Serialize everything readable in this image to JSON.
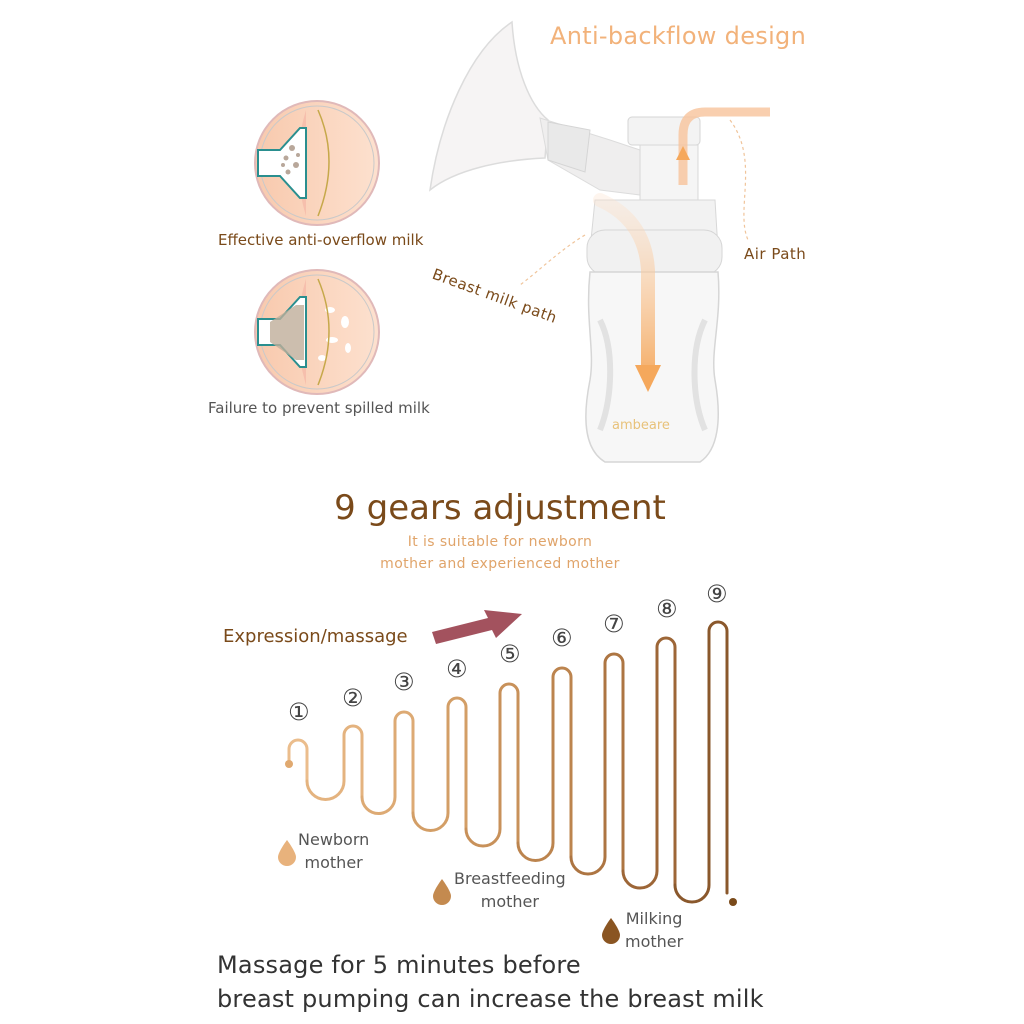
{
  "header": {
    "title": "Anti-backflow design"
  },
  "illustrations": {
    "good_caption": "Effective anti-overflow milk",
    "bad_caption": "Failure to prevent spilled milk"
  },
  "pump": {
    "air_path_label": "Air Path",
    "milk_path_label": "Breast milk path",
    "brand": "ambeare"
  },
  "gears": {
    "title": "9 gears adjustment",
    "subtitle_line1": "It is suitable for newborn",
    "subtitle_line2": "mother and experienced mother",
    "direction_label": "Expression/massage",
    "numbers": [
      "①",
      "②",
      "③",
      "④",
      "⑤",
      "⑥",
      "⑦",
      "⑧",
      "⑨"
    ]
  },
  "legend": [
    {
      "line1": "Newborn",
      "line2": "mother",
      "color": "#e8b27c"
    },
    {
      "line1": "Breastfeeding",
      "line2": "mother",
      "color": "#c48a4f"
    },
    {
      "line1": "Milking",
      "line2": "mother",
      "color": "#8a5522"
    }
  ],
  "footer": {
    "line1": "Massage for 5 minutes before",
    "line2": "breast pumping can increase the breast milk"
  }
}
